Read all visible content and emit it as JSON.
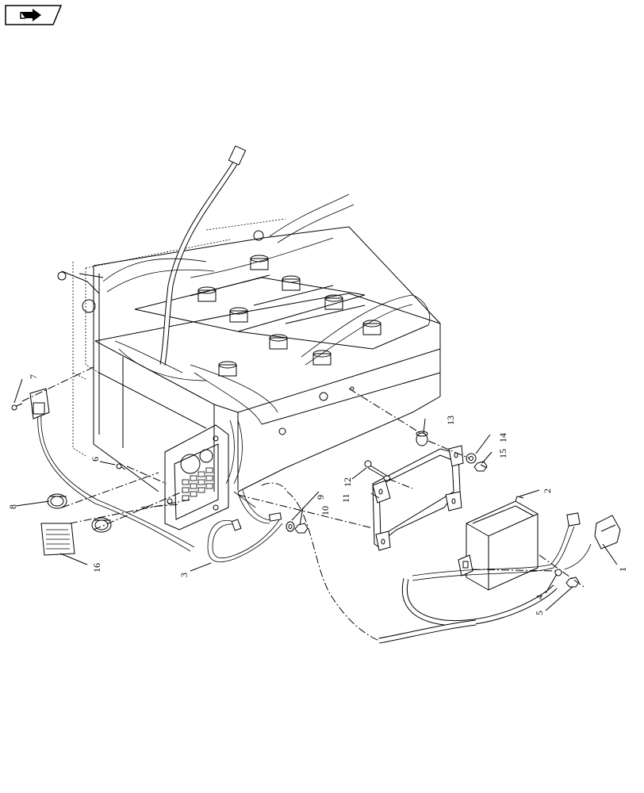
{
  "navigation": {
    "icon": "page-forward-icon"
  },
  "callouts": [
    {
      "id": "1",
      "label": "1"
    },
    {
      "id": "2",
      "label": "2"
    },
    {
      "id": "3",
      "label": "3"
    },
    {
      "id": "4",
      "label": "4"
    },
    {
      "id": "5",
      "label": "5"
    },
    {
      "id": "6",
      "label": "6"
    },
    {
      "id": "7",
      "label": "7"
    },
    {
      "id": "8",
      "label": "8"
    },
    {
      "id": "9",
      "label": "9"
    },
    {
      "id": "10",
      "label": "10"
    },
    {
      "id": "11",
      "label": "11"
    },
    {
      "id": "12",
      "label": "12"
    },
    {
      "id": "13",
      "label": "13"
    },
    {
      "id": "14",
      "label": "14"
    },
    {
      "id": "15",
      "label": "15"
    },
    {
      "id": "16",
      "label": "16"
    }
  ]
}
